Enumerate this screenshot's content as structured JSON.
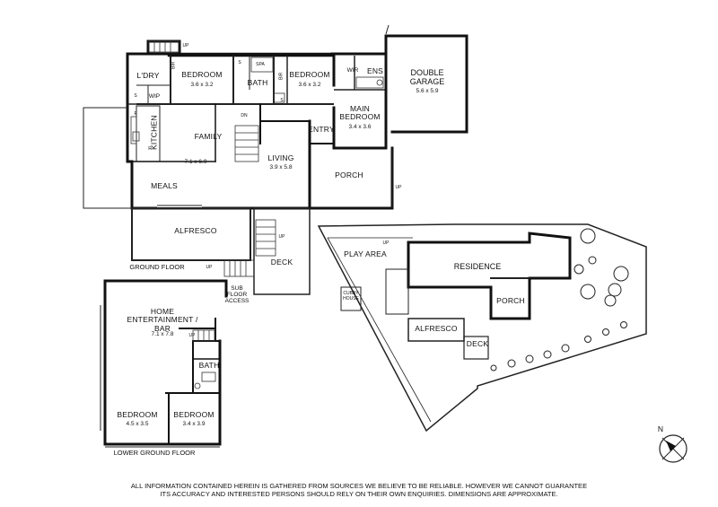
{
  "rooms": {
    "laundry": "L'DRY",
    "bedroom_a": {
      "name": "BEDROOM",
      "dim": "3.6 x 3.2"
    },
    "spa": "SPA",
    "bath_upper": "BATH",
    "bir_a": "BIR",
    "bir_b": "BIR",
    "bedroom_b": {
      "name": "BEDROOM",
      "dim": "3.6 x 3.2"
    },
    "wir": "WIR",
    "ens": "ENS",
    "main_bedroom": {
      "name": "MAIN\nBEDROOM",
      "dim": "3.4 x 3.6"
    },
    "double_garage": {
      "name": "DOUBLE\nGARAGE",
      "dim": "5.6 x 5.9"
    },
    "wip": "WIP",
    "kitchen": "KITCHEN",
    "family": {
      "name": "FAMILY",
      "dim": "7.1 x 6.9"
    },
    "living": {
      "name": "LIVING",
      "dim": "3.9 x 5.8"
    },
    "entry": "ENTRY",
    "porch": "PORCH",
    "meals": "MEALS",
    "alfresco": "ALFRESCO",
    "deck": "DECK",
    "home_entertainment": {
      "name": "HOME\nENTERTAINMENT /\nBAR",
      "dim": "7.1 x 7.8"
    },
    "bath_lower": "BATH",
    "bedroom_c": {
      "name": "BEDROOM",
      "dim": "4.5 x 3.5"
    },
    "bedroom_d": {
      "name": "BEDROOM",
      "dim": "3.4 x 3.9"
    }
  },
  "markers": {
    "up": "UP",
    "dn": "DN",
    "s": "S",
    "f": "F",
    "r": "R",
    "sub_floor": "SUB\nFLOOR\nACCESS"
  },
  "floors": {
    "ground": "GROUND FLOOR",
    "lower": "LOWER GROUND FLOOR"
  },
  "site": {
    "play_area": "PLAY AREA",
    "cubby_house": "CUBBY\nHOUSE",
    "residence": "RESIDENCE",
    "porch": "PORCH",
    "alfresco": "ALFRESCO",
    "deck": "DECK",
    "up": "UP"
  },
  "compass": {
    "north": "N"
  },
  "disclaimer": {
    "line1": "ALL INFORMATION CONTAINED HEREIN IS GATHERED FROM SOURCES WE BELIEVE TO BE RELIABLE.  HOWEVER WE CANNOT GUARANTEE",
    "line2": "ITS ACCURACY AND INTERESTED PERSONS SHOULD RELY ON THEIR OWN ENQUIRIES.  DIMENSIONS ARE APPROXIMATE."
  }
}
